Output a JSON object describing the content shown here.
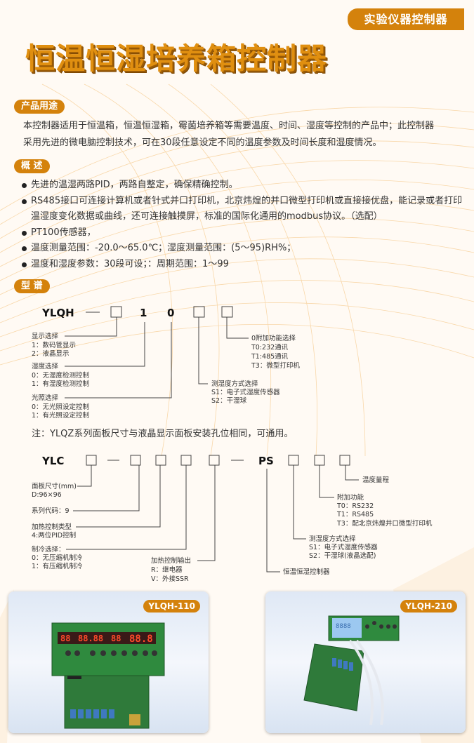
{
  "header": {
    "category_badge": "实验仪器控制器",
    "title": "恒温恒湿培养箱控制器"
  },
  "usage": {
    "heading": "产品用途",
    "lines": [
      "本控制器适用于恒温箱，恒温恒湿箱，霉菌培养箱等需要温度、时间、湿度等控制的产品中；此控制器",
      "采用先进的微电脑控制技术，可在30段任意设定不同的温度参数及时间长度和湿度情况。"
    ]
  },
  "overview": {
    "heading": "概 述",
    "items": [
      "先进的温湿两路PID，两路自整定，确保精确控制。",
      "RS485接口可连接计算机或者针式并口打印机，北京炜煌的并口微型打印机或直接接优盘，能记录或者打印温湿度变化数据或曲线，还可连接触摸屏，标准的国际化通用的modbus协议。（选配）",
      "PT100传感器，",
      "温度测量范围：-20.0～65.0℃；湿度测量范围：(5～95)RH%；",
      "温度和湿度参数：30段可设；：周期范围：1～99"
    ]
  },
  "model": {
    "heading": "型 谱",
    "ylqh": {
      "prefix": "YLQH",
      "dash": "—",
      "digit1": "1",
      "digit2": "0",
      "display": [
        "显示选择",
        "1：数码管显示",
        "2：液晶显示"
      ],
      "humidity": [
        "湿度选择",
        "0：无湿度检测控制",
        "1：有湿度检测控制"
      ],
      "light": [
        "光照选择",
        "0：无光照设定控制",
        "1：有光照设定控制"
      ],
      "sensor": [
        "测湿度方式选择",
        "S1：电子式湿度传感器",
        "S2：干湿球"
      ],
      "extra": [
        "0附加功能选择",
        "T0:232通讯",
        "T1:485通讯",
        "T3：微型打印机"
      ]
    },
    "note": "注：YLQZ系列面板尺寸与液晶显示面板安装孔位相同，可通用。",
    "ylc": {
      "prefix": "YLC",
      "dash": "—",
      "ps": "PS",
      "panel": [
        "面板尺寸(mm)",
        "D:96×96"
      ],
      "series": [
        "系列代码：9"
      ],
      "heat_type": [
        "加热控制类型",
        "4:两位PID控制"
      ],
      "cooling": [
        "制冷选择：",
        "0：无压缩机制冷",
        "1：有压缩机制冷"
      ],
      "heat_out": [
        "加热控制输出",
        "R：继电器",
        "V：外接SSR"
      ],
      "controller": [
        "恒温恒湿控制器"
      ],
      "sensor": [
        "测湿度方式选择",
        "S1：电子式湿度传感器",
        "S2：干湿球(液晶选配)"
      ],
      "extra": [
        "附加功能",
        "T0：RS232",
        "T1：RS485",
        "T3：配北京炜煌井口微型打印机"
      ],
      "range": [
        "温度量程"
      ]
    }
  },
  "products": [
    {
      "label": "YLQH-110",
      "display_digits": [
        "88",
        "88.88",
        "88",
        "88.8"
      ]
    },
    {
      "label": "YLQH-210",
      "display_digits": [
        "8888"
      ]
    }
  ],
  "colors": {
    "accent": "#d4820c",
    "title": "#e08f10"
  }
}
